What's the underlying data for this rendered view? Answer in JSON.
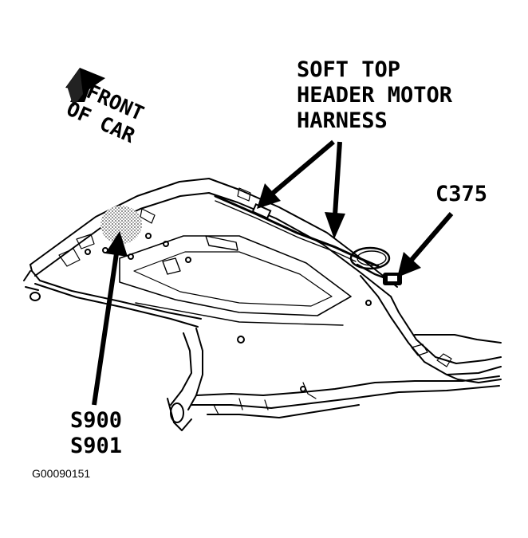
{
  "labels": {
    "harness": [
      "SOFT TOP",
      "HEADER MOTOR",
      "HARNESS"
    ],
    "connector": "C375",
    "splices": [
      "S900",
      "S901"
    ],
    "direction": [
      "FRONT",
      "OF CAR"
    ]
  },
  "figure_id": "G00090151",
  "colors": {
    "ink": "#000000",
    "paper": "#ffffff",
    "splice_shading": "#9a9a9a"
  }
}
